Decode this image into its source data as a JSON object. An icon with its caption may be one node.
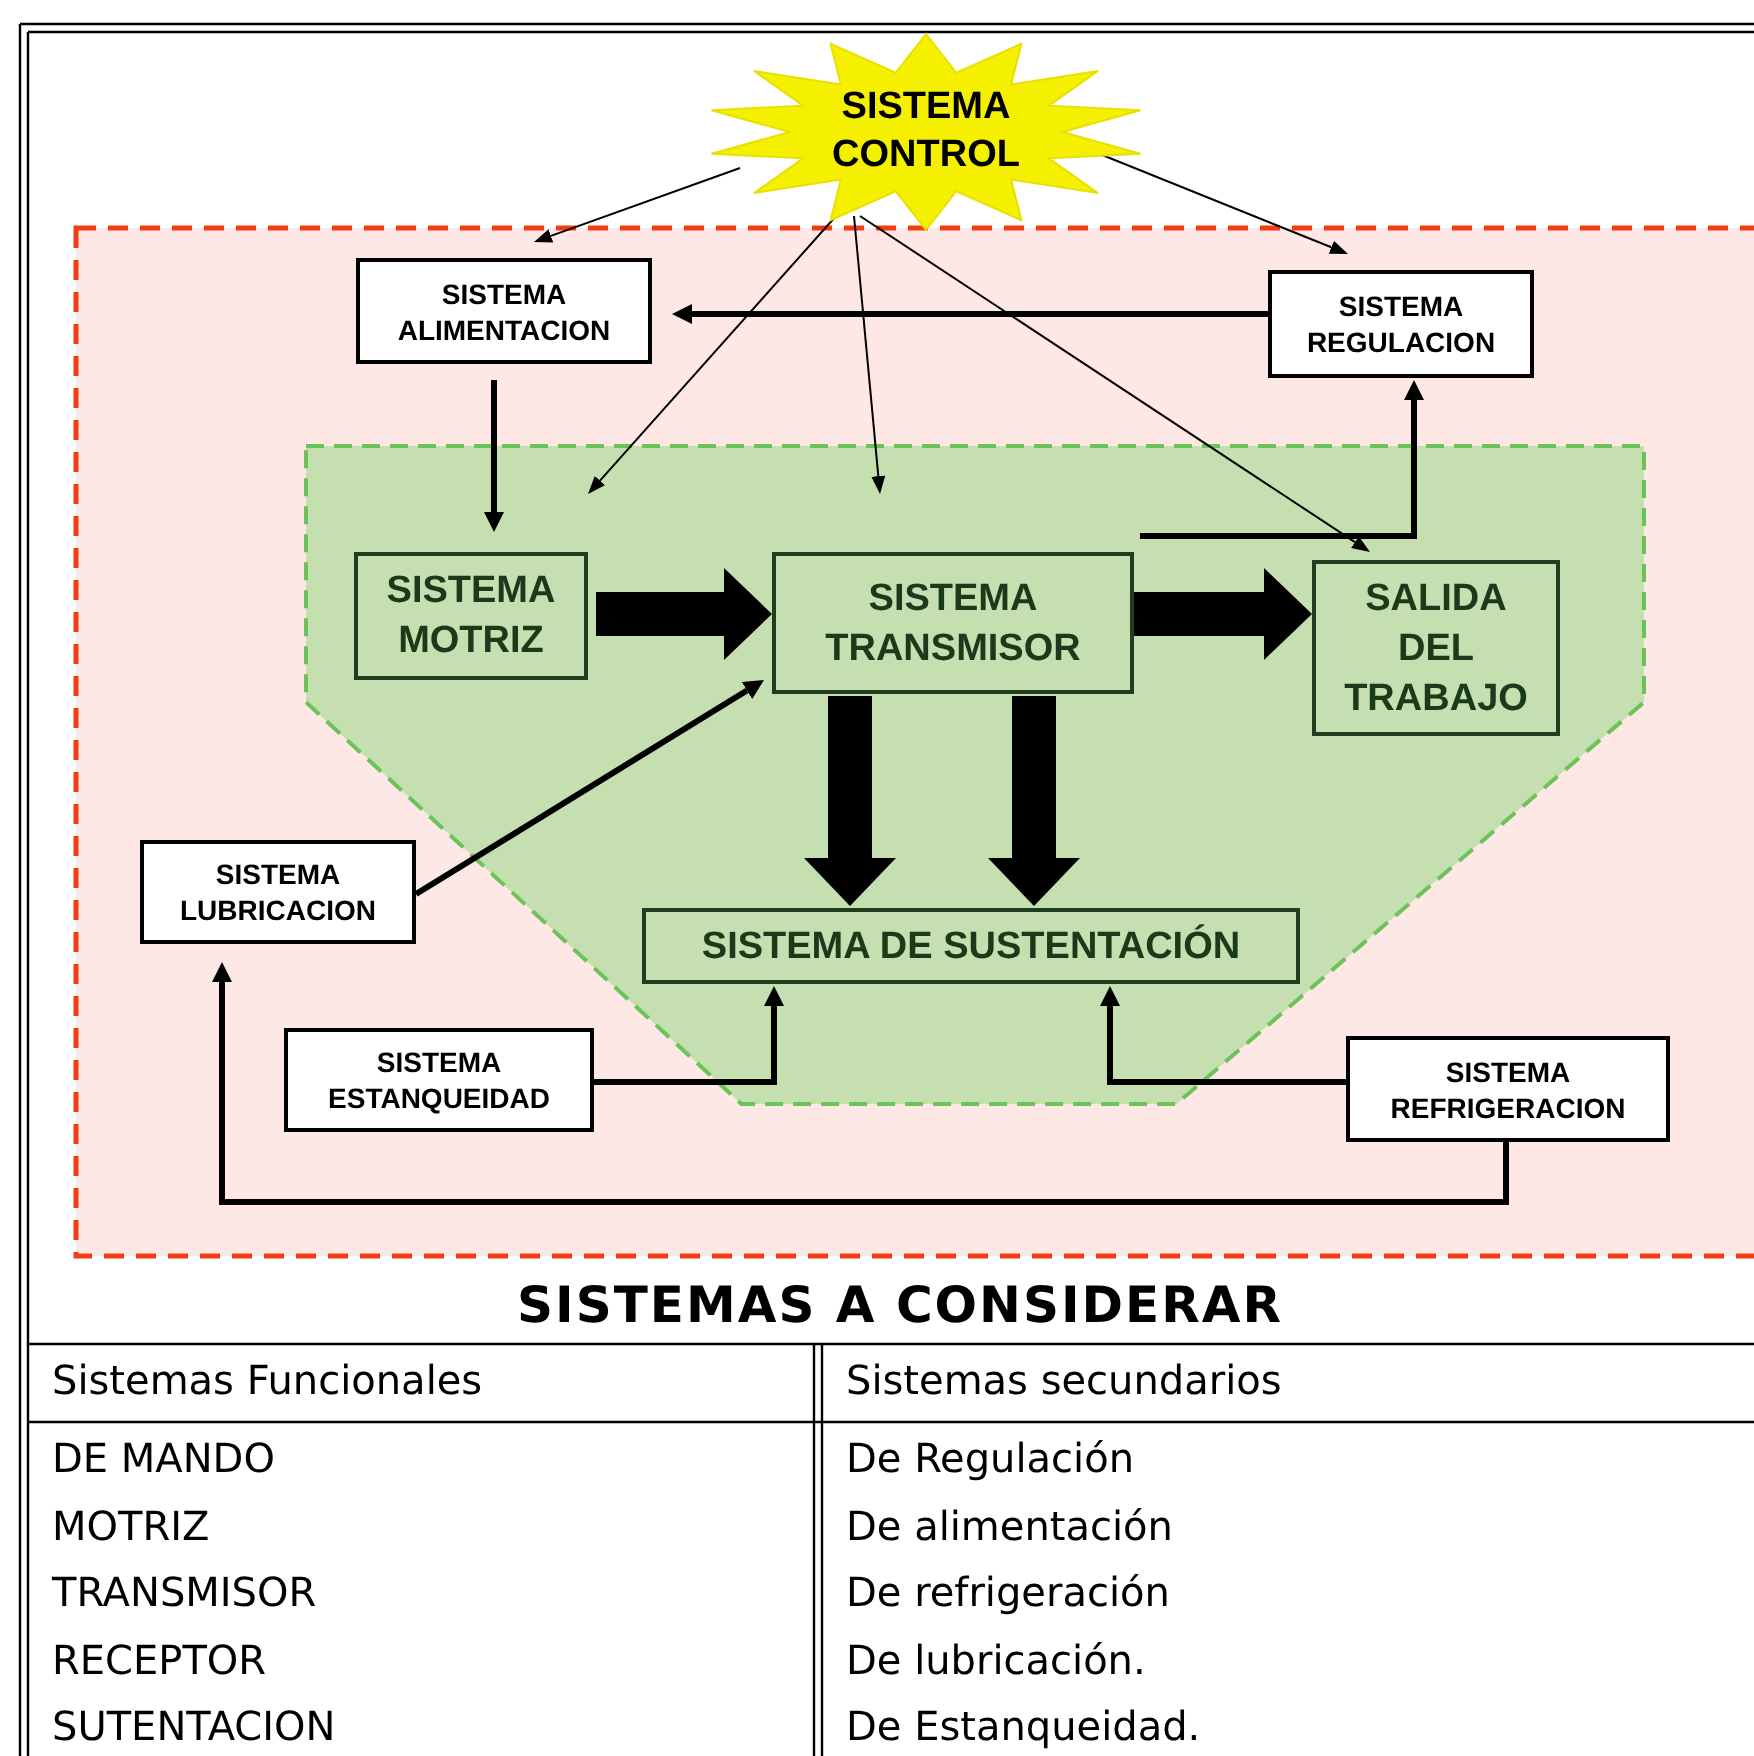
{
  "diagram": {
    "nodes": [
      {
        "text": [
          "SISTEMA CONTROL"
        ]
      },
      {
        "text": [],
        "shape": "box"
      },
      {
        "text": [
          "SISTEMA ALIMENTACION"
        ],
        "in": 1
      },
      {
        "text": [
          "SISTEMA REGULACION"
        ],
        "in": 1
      },
      {
        "text": [],
        "shape": "hexagon",
        "in": 1
      },
      {
        "text": [
          "SISTEMA MOTRIZ"
        ],
        "in": 4
      },
      {
        "text": [
          "SISTEMA TRANSMISOR"
        ],
        "in": 4
      },
      {
        "text": [
          "SALIDA DEL TRABAJO"
        ],
        "in": 4
      },
      {
        "text": [
          "SISTEMA LUBRICACION"
        ],
        "in": 1
      },
      {
        "text": [
          "SISTEMA DE SUSTENTACIÓN"
        ],
        "in": 4
      },
      {
        "text": [
          "SISTEMA ESTANQUEIDAD"
        ],
        "in": 1
      },
      {
        "text": [
          "SISTEMA REFRIGERACION"
        ],
        "in": 1
      }
    ],
    "edges": [
      {
        "from": 0,
        "to": 2,
        "arrow": "to"
      },
      {
        "from": 0,
        "to": 3,
        "arrow": "to"
      },
      {
        "from": 0,
        "to": 5,
        "arrow": "to"
      },
      {
        "from": 0,
        "to": 6,
        "arrow": "to"
      },
      {
        "from": 0,
        "to": 7,
        "arrow": "to"
      },
      {
        "from": 3,
        "to": 2,
        "arrow": "to"
      },
      {
        "from": 2,
        "to": 5,
        "arrow": "to"
      },
      {
        "from": 5,
        "to": 6,
        "arrow": "to",
        "style": "thick"
      },
      {
        "from": 6,
        "to": 7,
        "arrow": "to",
        "style": "thick"
      },
      {
        "from": 6,
        "to": 3,
        "arrow": "to"
      },
      {
        "from": 6,
        "to": 9,
        "arrow": "to",
        "style": "thick"
      },
      {
        "from": 6,
        "to": 9,
        "arrow": "to",
        "style": "thick"
      },
      {
        "from": 8,
        "to": 6,
        "arrow": "to"
      },
      {
        "from": 10,
        "to": 9,
        "arrow": "to"
      },
      {
        "from": 11,
        "to": 9,
        "arrow": "to"
      },
      {
        "from": 11,
        "to": 8,
        "arrow": "to"
      }
    ],
    "labels": [
      "SISTEMAS A CONSIDERAR",
      "Sistemas Funcionales",
      "Sistemas secundarios",
      "DE MANDO",
      "De Regulación",
      "MOTRIZ",
      "De alimentación",
      "TRANSMISOR",
      "De refrigeración",
      "RECEPTOR",
      "De lubricación.",
      "SUTENTACION",
      "De Estanqueidad."
    ]
  }
}
